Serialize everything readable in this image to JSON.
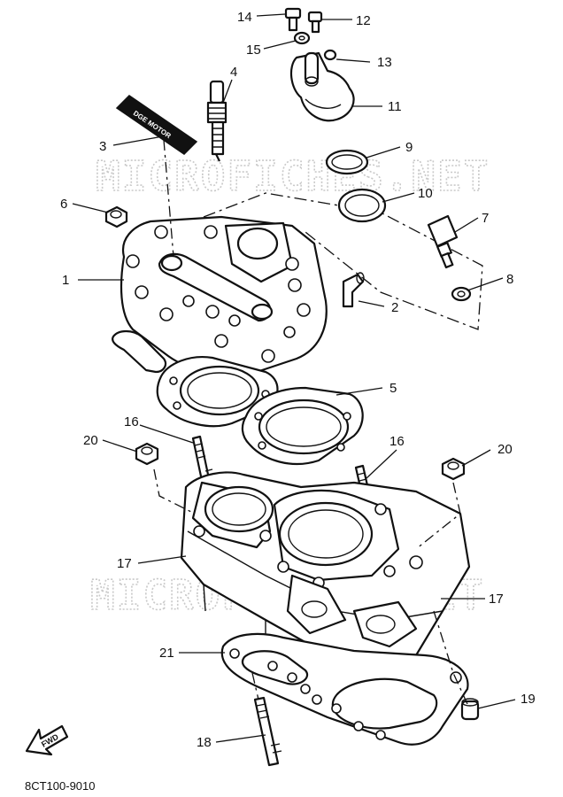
{
  "watermark": "MICROFICHES.NET",
  "diagram_code": "8CT100-9010",
  "fwd_label": "FWD",
  "decal_text": "DGE MOTOR",
  "callouts": {
    "c1": "1",
    "c2": "2",
    "c3": "3",
    "c4": "4",
    "c5": "5",
    "c6": "6",
    "c7": "7",
    "c8": "8",
    "c9": "9",
    "c10": "10",
    "c11": "11",
    "c12": "12",
    "c13": "13",
    "c14": "14",
    "c15": "15",
    "c16a": "16",
    "c16b": "16",
    "c17a": "17",
    "c17b": "17",
    "c18": "18",
    "c19": "19",
    "c20a": "20",
    "c20b": "20",
    "c21": "21"
  }
}
